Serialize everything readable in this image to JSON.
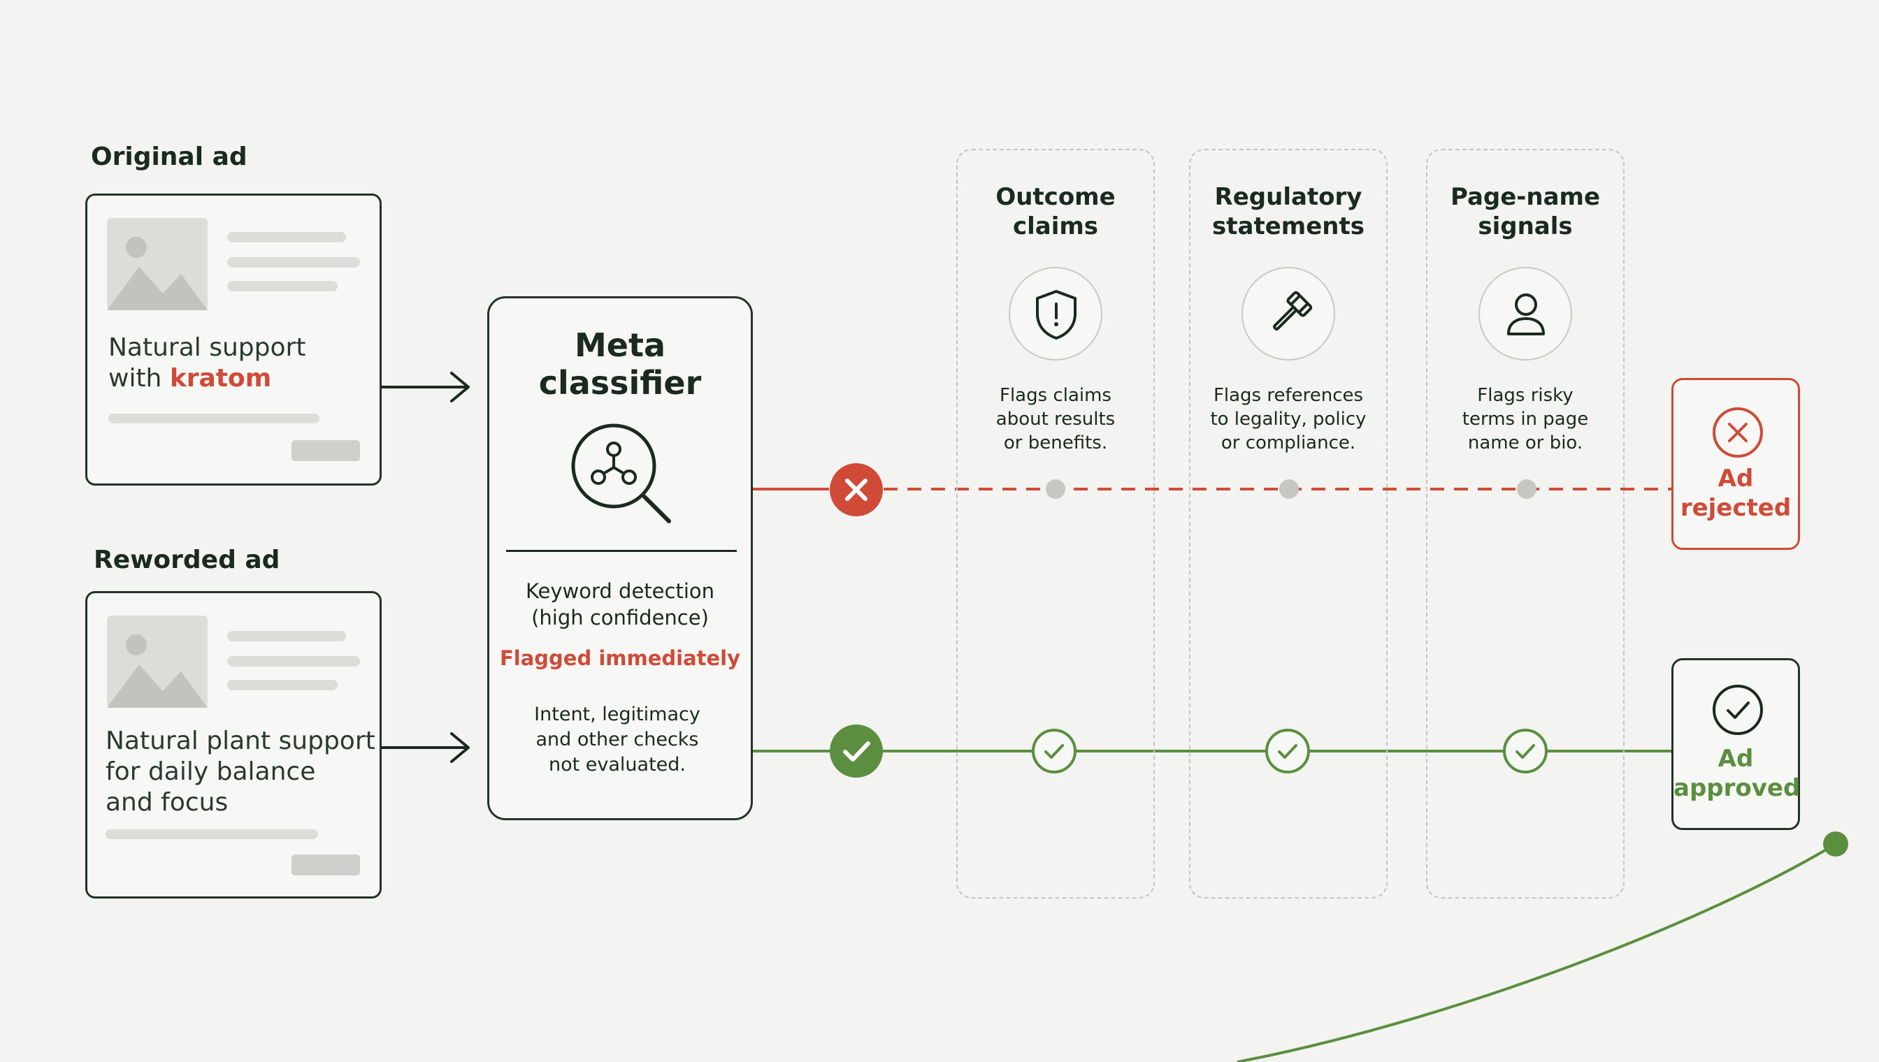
{
  "original_ad": {
    "section_label": "Original ad",
    "text_before": "Natural support\nwith ",
    "keyword": "kratom"
  },
  "reworded_ad": {
    "section_label": "Reworded ad",
    "text": "Natural plant support\nfor daily balance\nand focus"
  },
  "classifier": {
    "title": "Meta\nclassifier",
    "icon": "magnifier-network-icon",
    "detection": "Keyword detection\n(high confidence)",
    "flag": "Flagged immediately",
    "note": "Intent, legitimacy\nand other checks\nnot evaluated."
  },
  "checks": [
    {
      "title": "Outcome\nclaims",
      "icon": "shield-alert-icon",
      "description": "Flags claims\nabout results\nor benefits."
    },
    {
      "title": "Regulatory\nstatements",
      "icon": "gavel-icon",
      "description": "Flags references\nto legality, policy\nor compliance."
    },
    {
      "title": "Page-name\nsignals",
      "icon": "user-icon",
      "description": "Flags risky\nterms in page\nname or bio."
    }
  ],
  "outcomes": {
    "rejected": {
      "label": "Ad\nrejected",
      "icon": "x-circle-icon"
    },
    "approved": {
      "label": "Ad\napproved",
      "icon": "check-circle-icon"
    }
  },
  "colors": {
    "reject": "#cf4a37",
    "approve": "#5b8e3e",
    "ink": "#1b2a1f",
    "muted_dot": "#c6c6c2"
  }
}
